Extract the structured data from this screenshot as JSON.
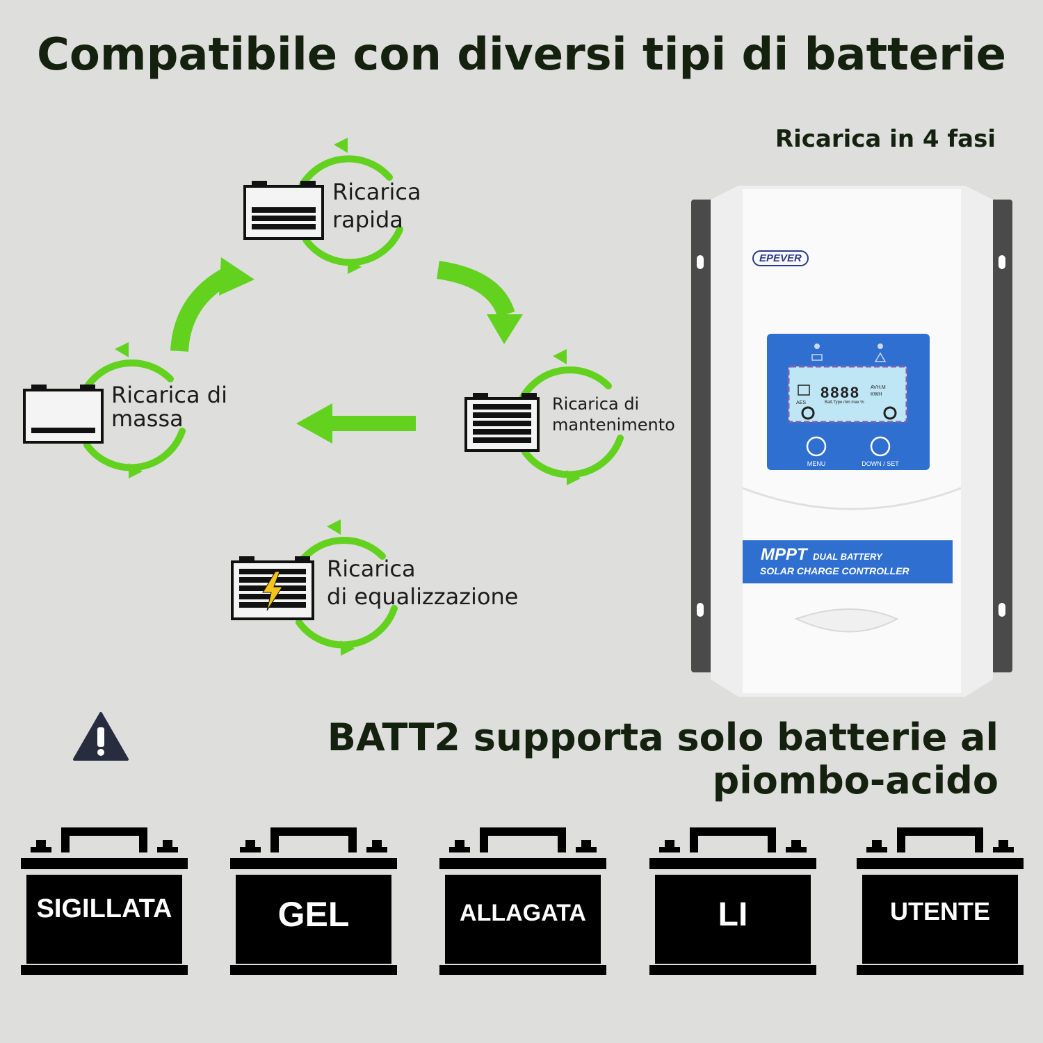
{
  "title": "Compatibile con diversi tipi di batterie",
  "subtitle": "Ricarica in 4 fasi",
  "stages": {
    "rapid": {
      "line1": "Ricarica",
      "line2": "rapida"
    },
    "bulk": {
      "line1": "Ricarica di",
      "line2": "massa"
    },
    "float": {
      "line1": "Ricarica di",
      "line2": "mantenimento"
    },
    "equalize": {
      "line1": "Ricarica",
      "line2": "di equalizzazione"
    }
  },
  "controller": {
    "brand": "EPEVER",
    "lcd_digits": "8888",
    "lcd_units_top": "AVH.M",
    "lcd_units_bottom": "KWH",
    "lcd_left_label": "AES",
    "lcd_bottom_label": "Batt.Type min max %",
    "button_menu": "MENU",
    "button_down_set": "DOWN / SET",
    "mppt": "MPPT",
    "dual_battery": "DUAL BATTERY",
    "solar_charge_controller": "SOLAR CHARGE CONTROLLER"
  },
  "warning": {
    "line1": "BATT2 supporta solo batterie al",
    "line2": "piombo-acido"
  },
  "battery_types": [
    {
      "label": "SIGILLATA"
    },
    {
      "label": "GEL"
    },
    {
      "label": "ALLAGATA"
    },
    {
      "label": "LI"
    },
    {
      "label": "UTENTE"
    }
  ],
  "colors": {
    "background": "#dededc",
    "title": "#15210f",
    "arrow_green": "#62d21f",
    "battery_black": "#000000",
    "controller_blue": "#2f6fd0",
    "lcd": "#bfe6f5",
    "warning_icon": "#272c3f"
  },
  "icons": [
    "refresh-circle-icon",
    "battery-icon",
    "lightning-icon",
    "warning-icon",
    "solar-panel-icon"
  ]
}
